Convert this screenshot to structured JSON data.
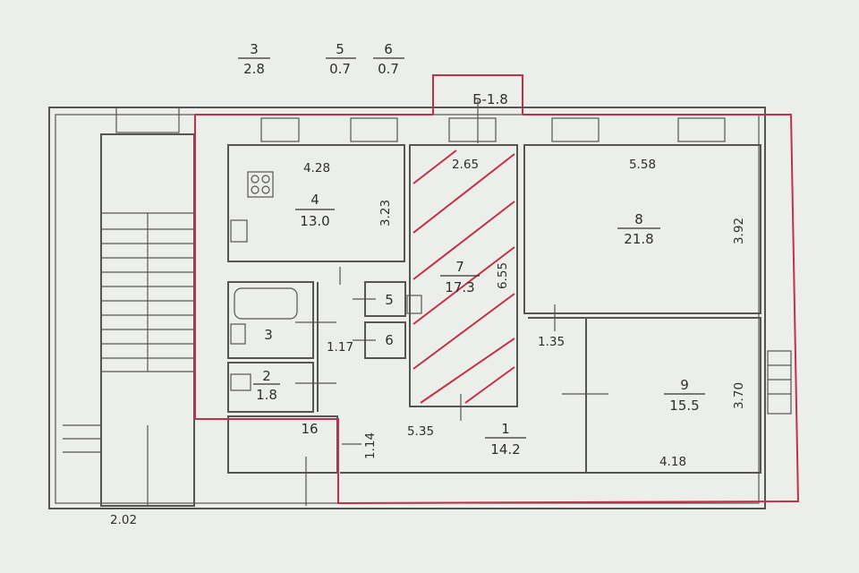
{
  "legend": [
    {
      "num": "3",
      "area": "2.8"
    },
    {
      "num": "5",
      "area": "0.7"
    },
    {
      "num": "6",
      "area": "0.7"
    }
  ],
  "rooms": {
    "room1": {
      "num": "1",
      "area": "14.2"
    },
    "room2": {
      "num": "2",
      "area": "1.8"
    },
    "room3": {
      "num": "3"
    },
    "room4": {
      "num": "4",
      "area": "13.0"
    },
    "room5": {
      "num": "5"
    },
    "room6": {
      "num": "6"
    },
    "room7": {
      "num": "7",
      "area": "17.3"
    },
    "room8": {
      "num": "8",
      "area": "21.8"
    },
    "room9": {
      "num": "9",
      "area": "15.5"
    },
    "room16": {
      "num": "16"
    }
  },
  "balcony_label": "Б-1.8",
  "dimensions": {
    "d_428": "4.28",
    "d_323": "3.23",
    "d_265": "2.65",
    "d_655": "6.55",
    "d_558": "5.58",
    "d_392": "3.92",
    "d_117": "1.17",
    "d_135": "1.35",
    "d_370": "3.70",
    "d_535": "5.35",
    "d_114": "1.14",
    "d_418": "4.18",
    "d_202": "2.02"
  },
  "colors": {
    "paper": "#ecefe9",
    "walls": "#555555",
    "highlight": "#c2304a"
  }
}
